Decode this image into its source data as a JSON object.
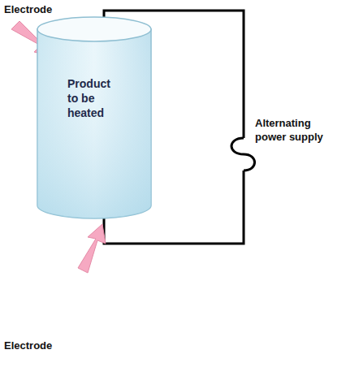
{
  "diagram": {
    "nodes": [
      {
        "text": [
          "Product to be heated"
        ]
      }
    ],
    "labels": [
      "Electrode",
      "Alternating power supply",
      "Electrode"
    ]
  }
}
